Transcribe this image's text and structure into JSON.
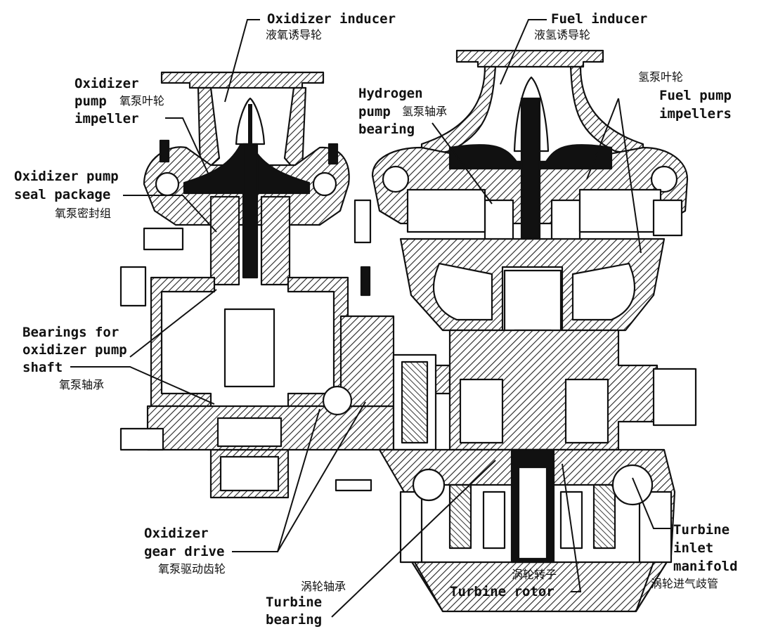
{
  "labels": {
    "oxidizer_inducer": {
      "en": "Oxidizer inducer",
      "cn": "液氧诱导轮"
    },
    "fuel_inducer": {
      "en": "Fuel inducer",
      "cn": "液氢诱导轮"
    },
    "oxidizer_pump_impeller": {
      "en1": "Oxidizer",
      "en2": "pump",
      "cn": "氧泵叶轮",
      "en3": "impeller"
    },
    "hydrogen_pump_bearing": {
      "en1": "Hydrogen",
      "en2": "pump",
      "cn": "氢泵轴承",
      "en3": "bearing"
    },
    "fuel_pump_impellers": {
      "cn": "氢泵叶轮",
      "en1": "Fuel pump",
      "en2": "impellers"
    },
    "oxidizer_pump_seal_package": {
      "en1": "Oxidizer pump",
      "en2": "seal package",
      "cn": "氧泵密封组"
    },
    "bearings_for_oxidizer_pump_shaft": {
      "en1": "Bearings for",
      "en2": "oxidizer pump",
      "en3": "shaft",
      "cn": "氧泵轴承"
    },
    "oxidizer_gear_drive": {
      "en1": "Oxidizer",
      "en2": "gear drive",
      "cn": "氧泵驱动齿轮"
    },
    "turbine_bearing": {
      "cn": "涡轮轴承",
      "en1": "Turbine",
      "en2": "bearing"
    },
    "turbine_rotor": {
      "cn": "涡轮转子",
      "en": "Turbine rotor"
    },
    "turbine_inlet_manifold": {
      "en1": "Turbine",
      "en2": "inlet",
      "en3": "manifold",
      "cn": "涡轮进气歧管"
    }
  }
}
